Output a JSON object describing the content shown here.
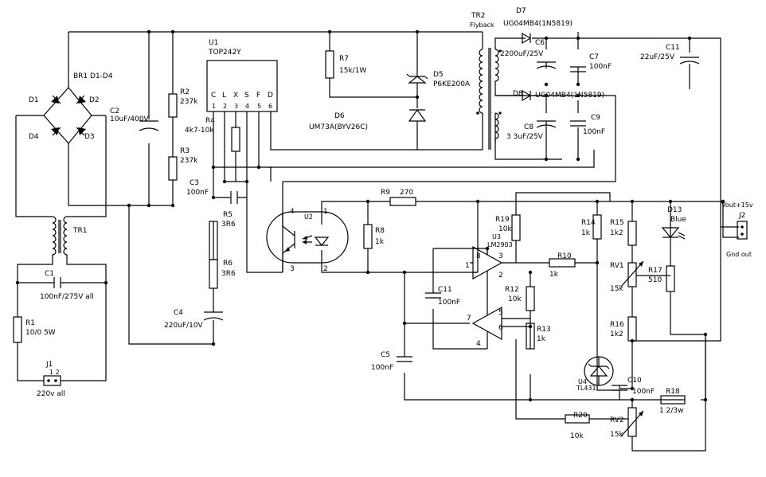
{
  "bridge": {
    "title": "BR1 D1-D4",
    "d1": "D1",
    "d2": "D2",
    "d3": "D3",
    "d4": "D4"
  },
  "c2": {
    "ref": "C2",
    "value": "10uF/400V"
  },
  "r2": {
    "ref": "R2",
    "value": "237k"
  },
  "r3": {
    "ref": "R3",
    "value": "237k"
  },
  "u1": {
    "ref": "U1",
    "part": "TOP242Y",
    "pins": [
      "C",
      "L",
      "X",
      "S",
      "F",
      "D"
    ],
    "nums": [
      "1",
      "2",
      "3",
      "4",
      "5",
      "6"
    ]
  },
  "r4": {
    "ref": "R4",
    "value": "4k7-10k"
  },
  "c3": {
    "ref": "C3",
    "value": "100nF"
  },
  "r5": {
    "ref": "R5",
    "value": "3R6"
  },
  "r6": {
    "ref": "R6",
    "value": "3R6"
  },
  "c4": {
    "ref": "C4",
    "value": "220uF/10V"
  },
  "r7": {
    "ref": "R7",
    "value": "15k/1W"
  },
  "d5": {
    "ref": "D5",
    "value": "P6KE200A"
  },
  "d6": {
    "ref": "D6",
    "value": "UM73A(BYV26C)"
  },
  "tr2": {
    "ref": "TR2",
    "name": "Flyback"
  },
  "d7": {
    "ref": "D7",
    "value": "UG04MB4(1N5819)"
  },
  "d8": {
    "ref": "D8",
    "value": "UG04MB4(1N5819)"
  },
  "c6": {
    "ref": "C6",
    "value": "2200uF/25V"
  },
  "c7": {
    "ref": "C7",
    "value": "100nF"
  },
  "c8": {
    "ref": "C8",
    "value": "3 3uF/25V"
  },
  "c9": {
    "ref": "C9",
    "value": "100nF"
  },
  "c11a": {
    "ref": "C11",
    "value": "22uF/25V"
  },
  "c11b": {
    "ref": "C11",
    "value": "100nF"
  },
  "tr1": {
    "ref": "TR1"
  },
  "c1": {
    "ref": "C1",
    "value": "100nF/275V all"
  },
  "r1": {
    "ref": "R1",
    "value": "10/0 5W"
  },
  "j1": {
    "ref": "J1",
    "pins": "1 2",
    "label": "220v all"
  },
  "u2": {
    "ref": "U2",
    "pins": [
      "4",
      "1",
      "3",
      "2"
    ]
  },
  "r8": {
    "ref": "R8",
    "value": "1k"
  },
  "r9": {
    "ref": "R9",
    "value": "270"
  },
  "r19": {
    "ref": "R19",
    "value": "10k"
  },
  "u3": {
    "ref": "U3",
    "part": "LM2903",
    "pins": [
      "8",
      "3",
      "2",
      "1",
      "5",
      "6",
      "7",
      "4"
    ]
  },
  "r10": {
    "ref": "R10",
    "value": "1k"
  },
  "r12": {
    "ref": "R12",
    "value": "10k"
  },
  "r13": {
    "ref": "R13",
    "value": "1k"
  },
  "r14": {
    "ref": "R14",
    "value": "1k"
  },
  "r15": {
    "ref": "R15",
    "value": "1k2"
  },
  "rv1": {
    "ref": "RV1",
    "value": "15k"
  },
  "r16": {
    "ref": "R16",
    "value": "1k2"
  },
  "r17": {
    "ref": "R17",
    "value": "510"
  },
  "d13": {
    "ref": "D13",
    "color": "Blue"
  },
  "u4": {
    "ref": "U4",
    "part": "TL431"
  },
  "c10": {
    "ref": "C10",
    "value": "100nF"
  },
  "r18": {
    "ref": "R18",
    "value": "1 2/3w"
  },
  "r20": {
    "ref": "R20",
    "value": "10k"
  },
  "rv2": {
    "ref": "RV2",
    "value": "15k"
  },
  "c5": {
    "ref": "C5",
    "value": "100nF"
  },
  "j2": {
    "ref": "J2",
    "vout": "Vout+15v",
    "gnd": "Gnd out"
  }
}
